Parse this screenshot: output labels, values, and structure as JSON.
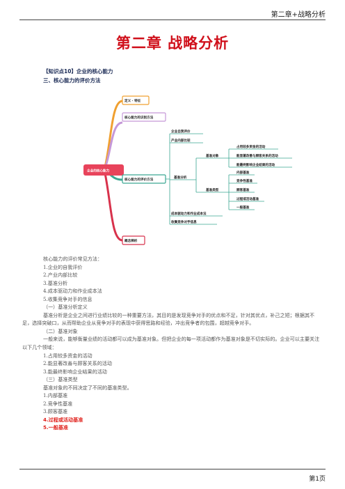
{
  "header": {
    "running_title": "第二章+战略分析"
  },
  "title": "第二章  战略分析",
  "knowledge_point": "【知识点10】企业的核心能力",
  "section_heading": "三、核心能力的评价方法",
  "mindmap": {
    "root": "企业的核心能力",
    "branch_definition": "定义 · 特征",
    "branch_identification": "核心能力的识别方法",
    "branch_evaluation": "核心能力的评价方法",
    "branch_concept": "概念辨析",
    "eval_self": "企业自我评价",
    "eval_internal": "产业内部比较",
    "eval_benchmark": "基准分析",
    "benchmark_object": "基准对象",
    "object_1": "占用较多资金的活动",
    "object_2": "能显著改善与顾客关系的活动",
    "object_3": "能最终影响企业结果的活动",
    "benchmark_type": "基准类型",
    "type_1": "内部基准",
    "type_2": "竞争性基准",
    "type_3": "顾客基准",
    "type_4": "过程或活动基准",
    "type_5": "一般基准",
    "eval_cost": "成本驱动力和作业成本法",
    "eval_info": "收集竞争对手信息"
  },
  "body": {
    "intro": "核心能力的评价常见方法：",
    "m1": "1.企业的自我评价",
    "m2": "2.产业内部比较",
    "m3": "3.基准分析",
    "m4": "4.成本驱动力和作业成本法",
    "m5": "5.收集竞争对手的信息",
    "sub1": "（一）基准分析定义",
    "def_para": "基准分析是企业之间进行业绩比较的一种重要方法，其目的是发现竞争对手的优点和不足，针对其优点，补己之短；根据其不足，选择突破口，从而帮助企业从竞争对手的表现中获得思路和经验，冲出竞争者的包围，超越竞争对手。",
    "sub2": "（二）基准对象",
    "obj_para": "一般来说，能够衡量业绩的活动都可以成为基准对象。但把企业的每一项活动都作为基准对象是不切实际的。企业可以主要关注以下几个领域：",
    "a1": "1.占用较多资金的活动",
    "a2": "2.能显著改善与顾客关系的活动",
    "a3": "3.能最终影响企业结果的活动",
    "sub3": "（三）基准类型",
    "type_para": "基准对象的不同决定了不同的基准类型。",
    "t1": "1.内部基准",
    "t2": "2.竞争性基准",
    "t3": "3.顾客基准",
    "t4": "4.过程或活动基准",
    "t5": "5.一般基准"
  },
  "footer": {
    "page": "第1页"
  },
  "colors": {
    "title_red": "#d0101b",
    "highlight_red": "#e0201b",
    "root_fill": "#e8435b",
    "branch_orange": "#f0a030",
    "branch_purple": "#c598d8",
    "branch_teal": "#3aa692",
    "branch_red": "#d8324c",
    "heading_navy": "#1a2a55"
  }
}
